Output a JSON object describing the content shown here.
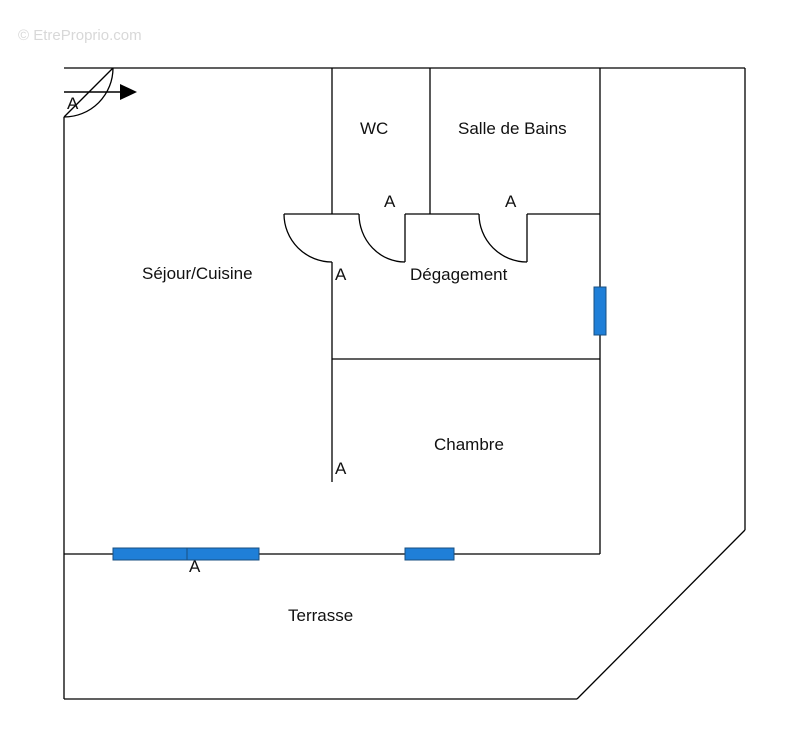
{
  "watermark": "© EtreProprio.com",
  "rooms": {
    "sejour": "Séjour/Cuisine",
    "wc": "WC",
    "bains": "Salle de Bains",
    "degagement": "Dégagement",
    "chambre": "Chambre",
    "terrasse": "Terrasse"
  },
  "door_mark": "A",
  "colors": {
    "walls": "#000000",
    "windows": "#1f7fd8",
    "background": "#ffffff"
  }
}
